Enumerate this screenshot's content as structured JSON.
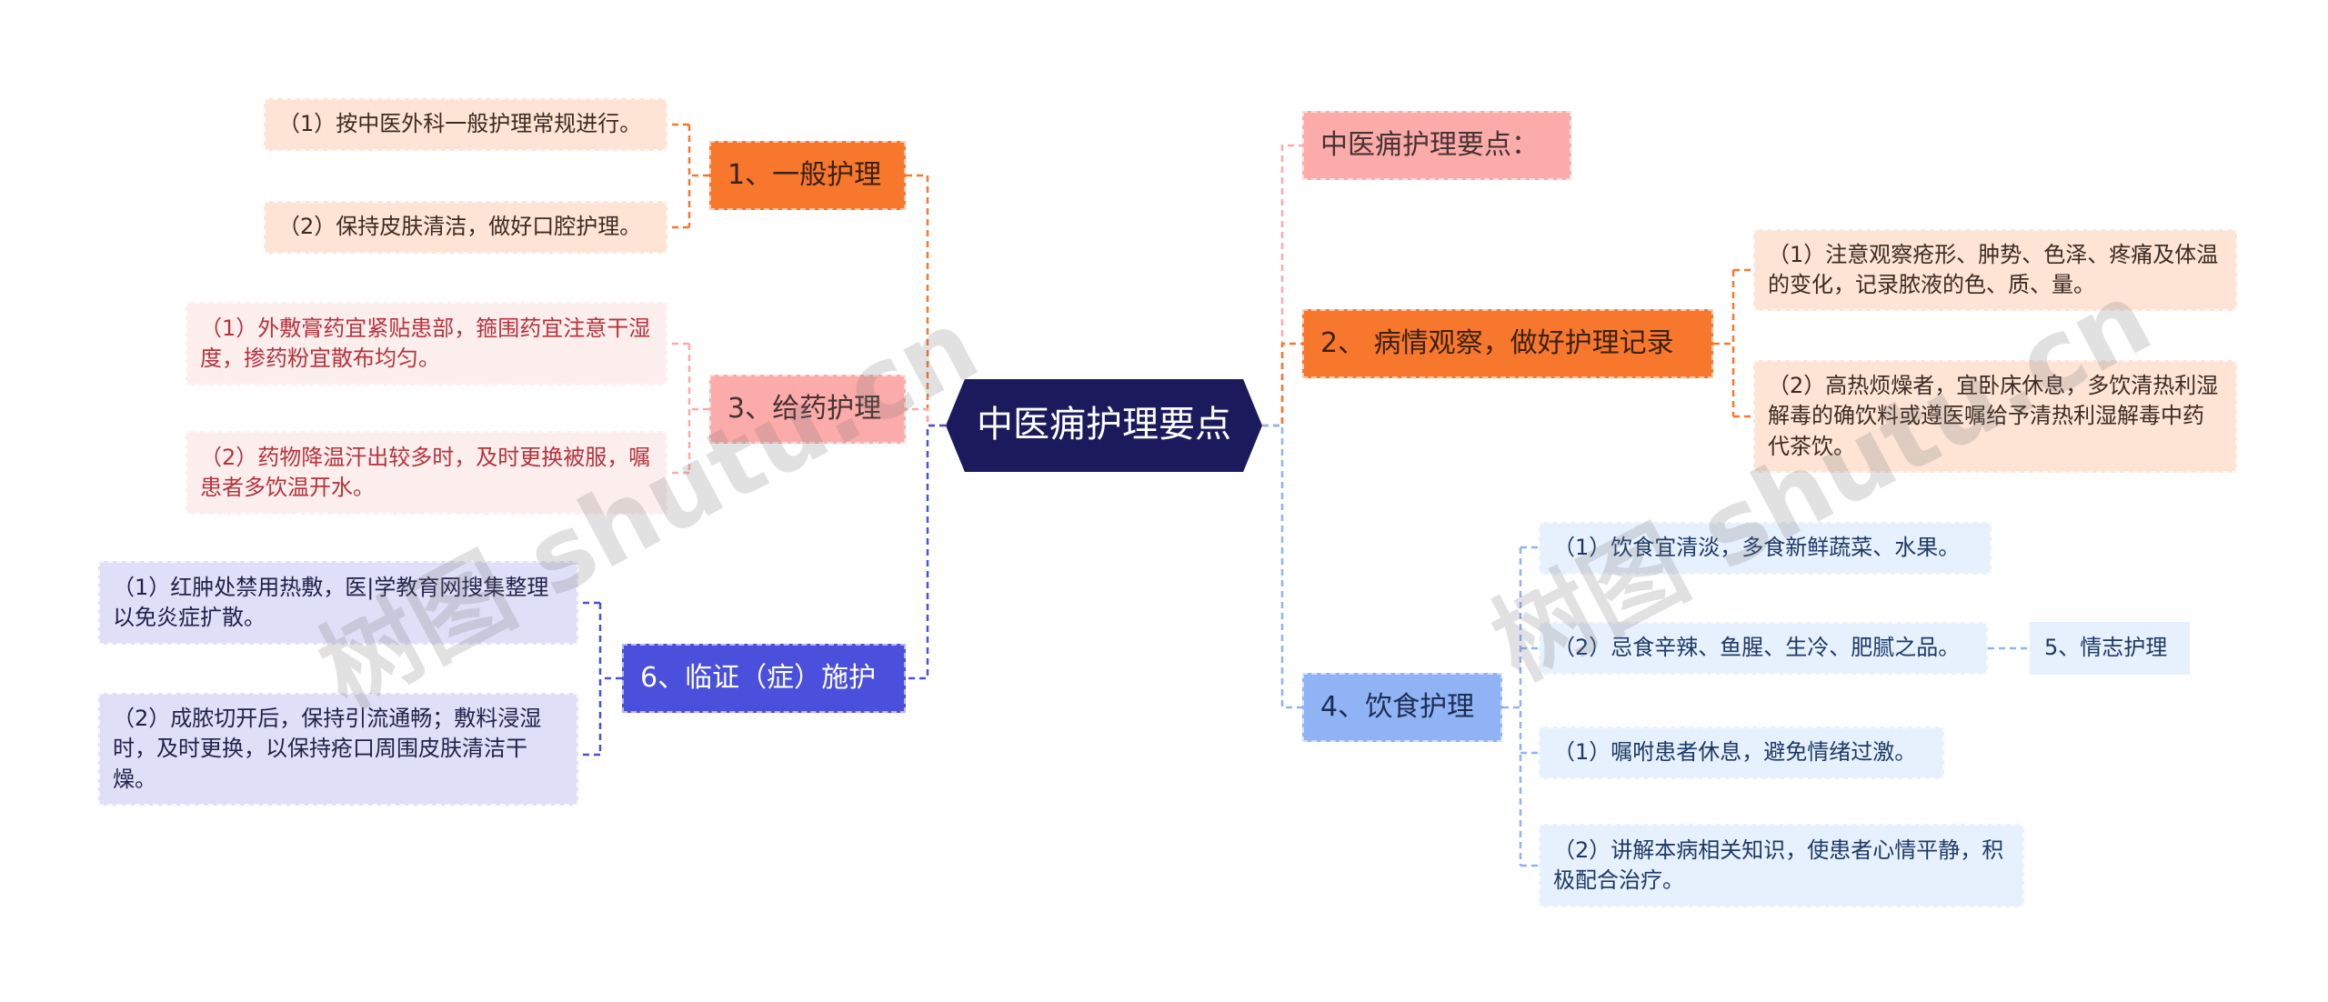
{
  "center": {
    "label": "中医痈护理要点"
  },
  "left": {
    "general": {
      "label": "1、一般护理",
      "items": [
        "（1）按中医外科一般护理常规进行。",
        "（2）保持皮肤清洁，做好口腔护理。"
      ]
    },
    "medication": {
      "label": "3、给药护理",
      "items": [
        "（1）外敷膏药宜紧贴患部，箍围药宜注意干湿度，掺药粉宜散布均匀。",
        "（2）药物降温汗出较多时，及时更换被服，嘱患者多饮温开水。"
      ]
    },
    "symptom": {
      "label": "6、临证（症）施护",
      "items": [
        "（1）红肿处禁用热敷，医|学教育网搜集整理以免炎症扩散。",
        "（2）成脓切开后，保持引流通畅；敷料浸湿时，及时更换，以保持疮口周围皮肤清洁干燥。"
      ]
    }
  },
  "right": {
    "intro": {
      "label": "中医痈护理要点："
    },
    "observation": {
      "label": "2、 病情观察，做好护理记录",
      "items": [
        "（1）注意观察疮形、肿势、色泽、疼痛及体温的变化，记录脓液的色、质、量。",
        "（2）高热烦燥者，宜卧床休息，多饮清热利湿解毒的确饮料或遵医嘱给予清热利湿解毒中药代茶饮。"
      ]
    },
    "diet": {
      "label": "4、饮食护理",
      "items": [
        "（1）饮食宜清淡，多食新鲜蔬菜、水果。",
        "（2）忌食辛辣、鱼腥、生冷、肥腻之品。",
        "（1）嘱咐患者休息，避免情绪过激。",
        "（2）讲解本病相关知识，使患者心情平静，积极配合治疗。"
      ],
      "extra": "5、情志护理"
    }
  },
  "watermarks": [
    "树图 shutu.cn",
    "树图 shutu.cn"
  ],
  "colors": {
    "center": "#1b1a5c",
    "orange": "#f7772c",
    "pink": "#fbabaa",
    "violet": "#4a4fdc",
    "blue": "#8fb3f4",
    "line_blue": "#8fb3f4"
  }
}
